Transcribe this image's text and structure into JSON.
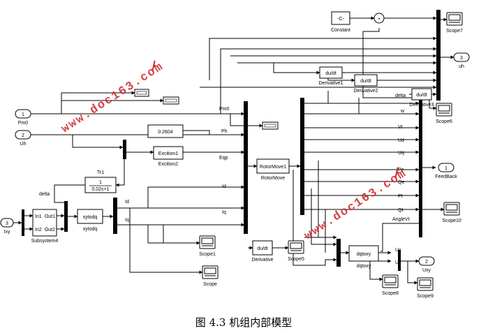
{
  "caption": "图 4.3 机组内部模型",
  "watermark": "www.doc163.com",
  "watermark_icon": "watermark-wand-icon",
  "ports": {
    "in1": {
      "num": "1",
      "name": "Pm0"
    },
    "in2": {
      "num": "2",
      "name": "Uh"
    },
    "in3": {
      "num": "3",
      "name": "Ixy"
    },
    "out1": {
      "num": "1",
      "name": "FeedBack"
    },
    "out2": {
      "num": "2",
      "name": "Uxy"
    },
    "out3": {
      "num": "3",
      "name": "uh"
    }
  },
  "blocks": {
    "constant": {
      "value": "-C-",
      "name": "Constant"
    },
    "sum": {
      "symbol": "+"
    },
    "const_2604": {
      "value": "0.2604"
    },
    "excition": {
      "label": "Excition1",
      "name": "Excition2"
    },
    "transfer": {
      "num": "1",
      "den": "0.02s+1",
      "name": "Tr1"
    },
    "subsystem": {
      "in1": "In1",
      "in2": "In2",
      "out1": "Out1",
      "out2": "Out2",
      "name": "Subsystem4"
    },
    "xytodq": {
      "label": "xytodq",
      "name": "xytodq"
    },
    "rotormove": {
      "label": "RotorMove1",
      "name": "RotorMove"
    },
    "derivative": {
      "label": "du/dt",
      "name": "Derivative"
    },
    "derivative1": {
      "label": "du/dt",
      "name": "Derivative1"
    },
    "derivative2": {
      "label": "du/dt",
      "name": "Derivative2"
    },
    "derivative3": {
      "label": "du/dt",
      "name": "Derivative3"
    },
    "dqtoxy": {
      "label": "dqtoxy",
      "name": "dqtoxy"
    }
  },
  "scopes": {
    "scope": "Scope",
    "scope1": "Scope1",
    "scope5": "Scope5",
    "scope6": "Scope6",
    "scope7": "Scope7",
    "scope8": "Scope8",
    "scope9": "Scope9",
    "scope10": "Scope10"
  },
  "signals": {
    "delta_in": "delta",
    "id": "Id",
    "iq": "Iq",
    "pm0": "Pm0",
    "ph": "Ph",
    "eqp": "Eqp",
    "id2": "Id",
    "iq2": "Iq",
    "delta": "delta",
    "w": "w",
    "vt": "Vt",
    "ud": "Ud",
    "uq": "Uq",
    "pe": "Pe",
    "qe": "Qe",
    "pt": "Pt",
    "qt": "Qt",
    "angle": "AngleVt",
    "ux": "Ux",
    "uy": "Uy"
  }
}
